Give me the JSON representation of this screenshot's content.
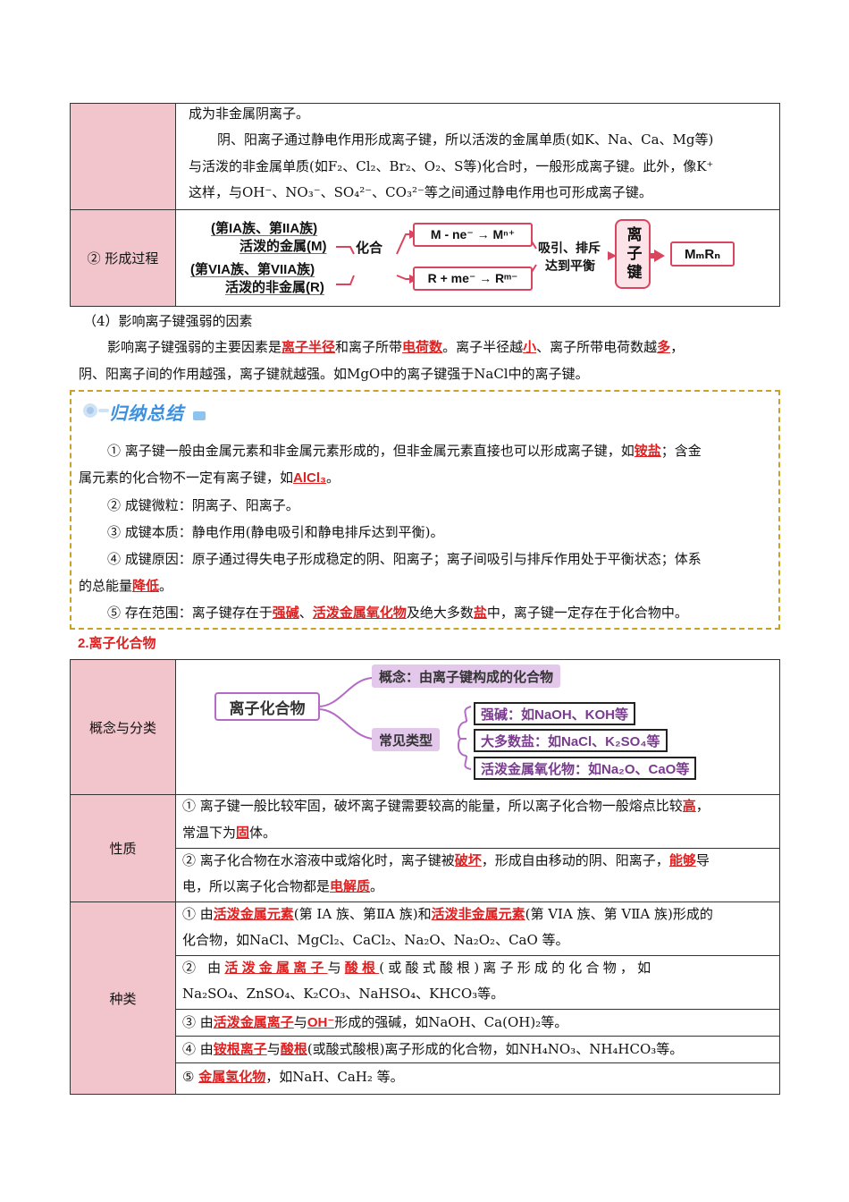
{
  "section1": {
    "row1_lines": [
      "成为非金属阴离子。",
      "阴、阳离子通过静电作用形成离子键，所以活泼的金属单质(如K、Na、Ca、Mg等)",
      "与活泼的非金属单质(如F₂、Cl₂、Br₂、O₂、S等)化合时，一般形成离子键。此外，像K⁺",
      "这样，与OH⁻、NO₃⁻、SO₄²⁻、CO₃²⁻等之间通过静电作用也可形成离子键。"
    ],
    "row2_label": "② 形成过程",
    "diagram": {
      "left_top_1": "(第IA族、第IIA族)",
      "left_top_2": "活泼的金属(M)",
      "left_bot_1": "(第VIA族、第VIIA族)",
      "left_bot_2": "活泼的非金属(R)",
      "mid": "化合",
      "eq_top": "M - ne⁻ → Mⁿ⁺",
      "eq_bot": "R + me⁻ → Rᵐ⁻",
      "attract_1": "吸引、排斥",
      "attract_2": "达到平衡",
      "bond": "离子键",
      "product": "MₘRₙ"
    }
  },
  "factors": {
    "heading": "（4）影响离子键强弱的因素",
    "l1_a": "影响离子键强弱的主要因素是",
    "l1_b": "离子半径",
    "l1_c": "和离子所带",
    "l1_d": "电荷数",
    "l1_e": "。离子半径越",
    "l1_f": "小",
    "l1_g": "、离子所带电荷数越",
    "l1_h": "多",
    "l1_i": "，",
    "l2": "阴、阳离子间的作用越强，离子键就越强。如MgO中的离子键强于NaCl中的离子键。"
  },
  "summary": {
    "badge": "归纳总结",
    "p1_a": "① 离子键一般由金属元素和非金属元素形成的，但非金属元素直接也可以形成离子键，如",
    "p1_b": "铵盐",
    "p1_c": "；含金",
    "p1_d": "属元素的化合物不一定有离子键，如",
    "p1_e": "AlCl₃",
    "p1_f": "。",
    "p2": "② 成键微粒：阴离子、阳离子。",
    "p3": "③ 成键本质：静电作用(静电吸引和静电排斥达到平衡)。",
    "p4_a": "④ 成键原因：原子通过得失电子形成稳定的阴、阳离子；离子间吸引与排斥作用处于平衡状态；体系",
    "p4_b": "的总能量",
    "p4_c": "降低",
    "p4_d": "。",
    "p5_a": "⑤ 存在范围：离子键存在于",
    "p5_b": "强碱",
    "p5_c": "、",
    "p5_d": "活泼金属氧化物",
    "p5_e": "及绝大多数",
    "p5_f": "盐",
    "p5_g": "中，离子键一定存在于化合物中。"
  },
  "section2": {
    "title": "2.离子化合物",
    "r1_label": "概念与分类",
    "mind": {
      "root": "离子化合物",
      "concept": "概念：由离子键构成的化合物",
      "types": "常见类型",
      "t1": "强碱：如NaOH、KOH等",
      "t2": "大多数盐：如NaCl、K₂SO₄等",
      "t3": "活泼金属氧化物：如Na₂O、CaO等"
    },
    "r2_label": "性质",
    "prop1_a": "① 离子键一般比较牢固，破坏离子键需要较高的能量，所以离子化合物一般熔点比较",
    "prop1_b": "高",
    "prop1_c": "，",
    "prop1_d": "常温下为",
    "prop1_e": "固",
    "prop1_f": "体。",
    "prop2_a": "② 离子化合物在水溶液中或熔化时，离子键被",
    "prop2_b": "破坏",
    "prop2_c": "，形成自由移动的阴、阳离子，",
    "prop2_d": "能够",
    "prop2_e": "导",
    "prop2_f": "电，所以离子化合物都是",
    "prop2_g": "电解质",
    "prop2_h": "。",
    "r3_label": "种类",
    "k1_a": "① 由",
    "k1_b": "活泼金属元素",
    "k1_c": "(第 IA 族、第ⅡA 族)和",
    "k1_d": "活泼非金属元素",
    "k1_e": "(第 VIA 族、第 VⅡA 族)形成的",
    "k1_f": "化合物，如NaCl、MgCl₂、CaCl₂、Na₂O、Na₂O₂、CaO 等。",
    "k2_a": "② 由",
    "k2_b": "活泼金属离子",
    "k2_c": "与",
    "k2_d": "酸根",
    "k2_e": "(或酸式酸根)离子形成的化合物，如",
    "k2_f": "Na₂SO₄、ZnSO₄、K₂CO₃、NaHSO₄、KHCO₃等。",
    "k3_a": "③ 由",
    "k3_b": "活泼金属离子",
    "k3_c": "与",
    "k3_d": "OH⁻",
    "k3_e": "形成的强碱，如NaOH、Ca(OH)₂等。",
    "k4_a": "④ 由",
    "k4_b": "铵根离子",
    "k4_c": "与",
    "k4_d": "酸根",
    "k4_e": "(或酸式酸根)离子形成的化合物，如NH₄NO₃、NH₄HCO₃等。",
    "k5_a": "⑤ ",
    "k5_b": "金属氢化物",
    "k5_c": "，如NaH、CaH₂ 等。"
  }
}
